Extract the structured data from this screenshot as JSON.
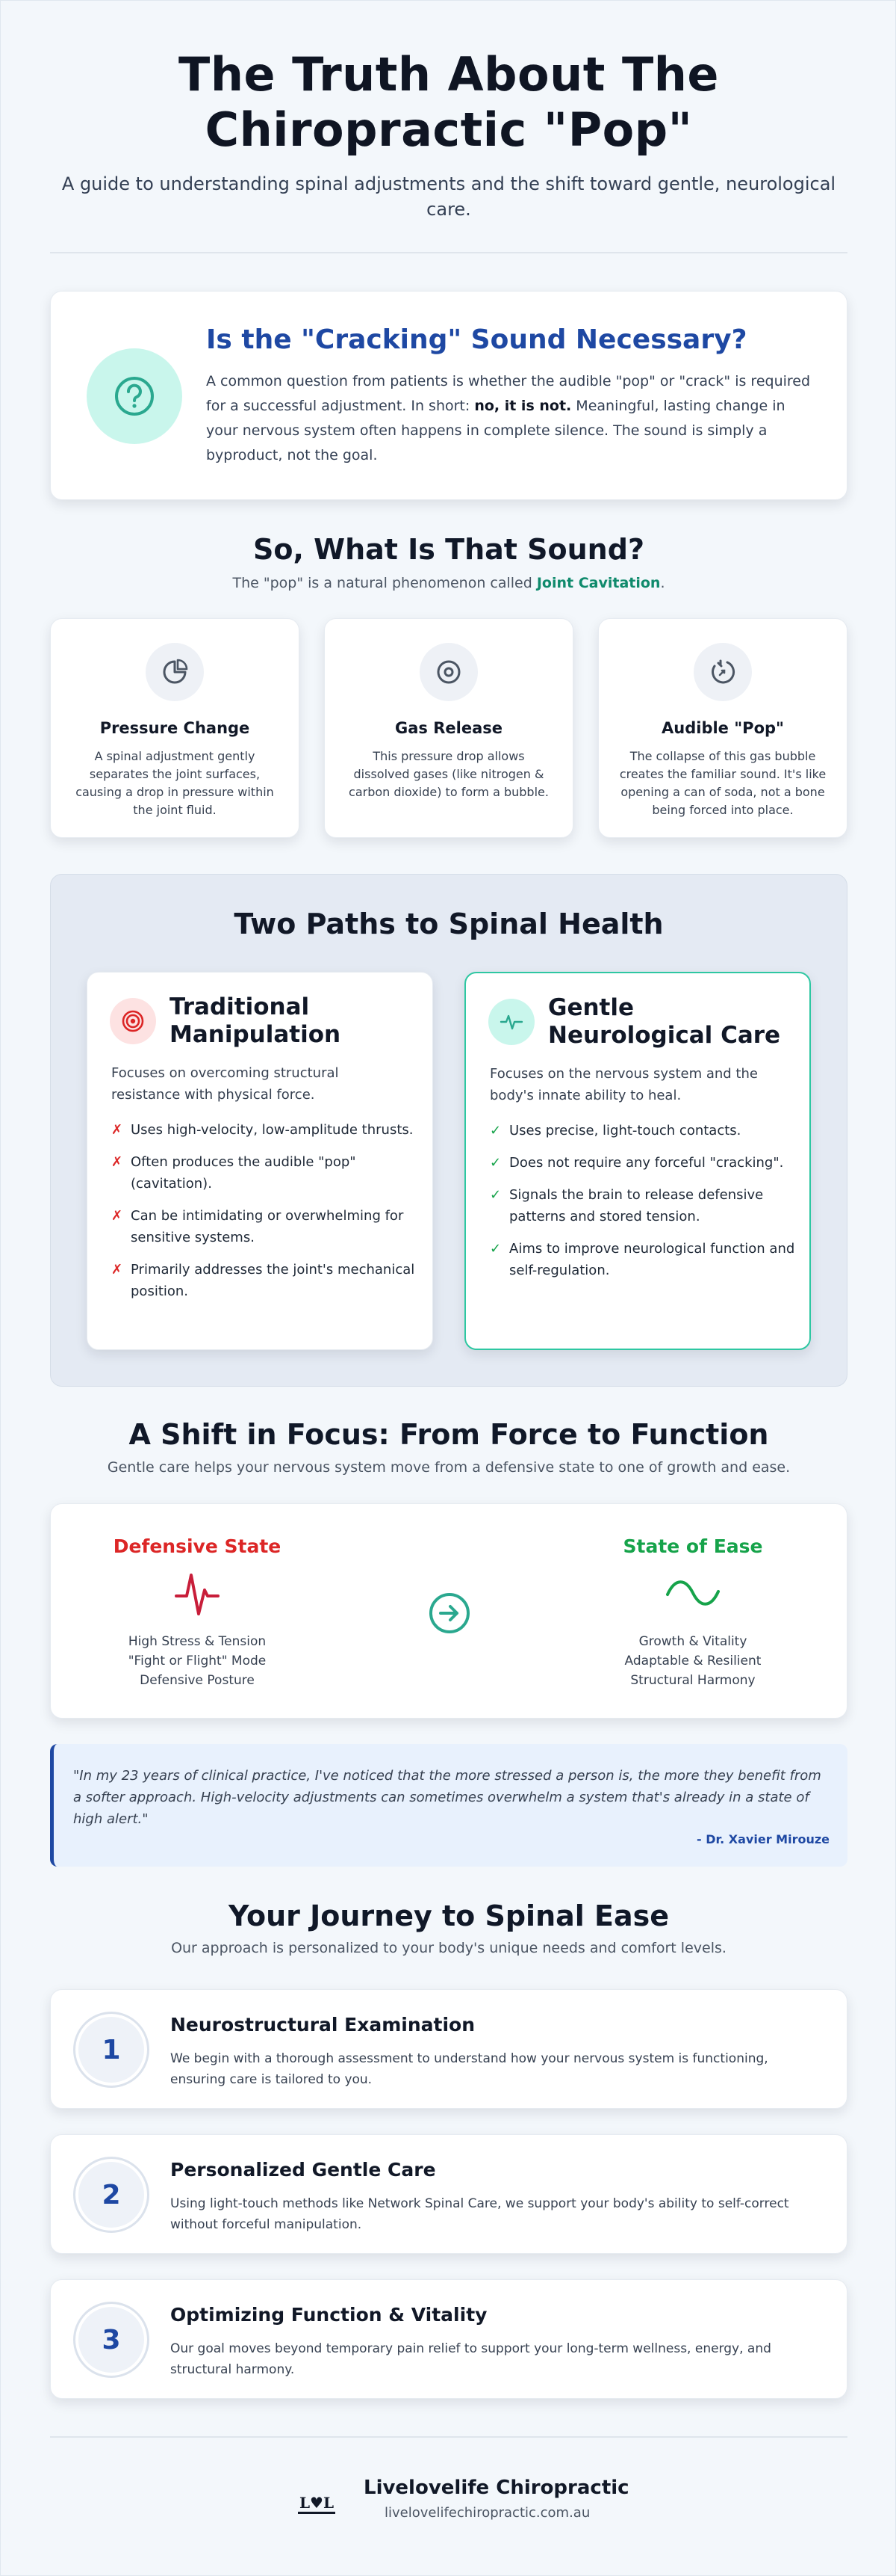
{
  "header": {
    "title_line1": "The Truth About The",
    "title_line2": "Chiropractic \"Pop\"",
    "subtitle": "A guide to understanding spinal adjustments and the shift toward gentle, neurological care."
  },
  "intro": {
    "icon": "question-icon",
    "title": "Is the \"Cracking\" Sound Necessary?",
    "text_before": "A common question from patients is whether the audible \"pop\" or \"crack\" is required for a successful adjustment. In short: ",
    "text_bold": "no, it is not.",
    "text_after": " Meaningful, lasting change in your nervous system often happens in complete silence. The sound is simply a byproduct, not the goal."
  },
  "sound": {
    "title": "So, What Is That Sound?",
    "subtitle_before": "The \"pop\" is a natural phenomenon called ",
    "subtitle_term": "Joint Cavitation",
    "subtitle_after": ".",
    "cards": [
      {
        "icon": "pie-chart-icon",
        "title": "Pressure Change",
        "text": "A spinal adjustment gently separates the joint surfaces, causing a drop in pressure within the joint fluid."
      },
      {
        "icon": "disc-icon",
        "title": "Gas Release",
        "text": "This pressure drop allows dissolved gases (like nitrogen & carbon dioxide) to form a bubble."
      },
      {
        "icon": "burst-icon",
        "title": "Audible \"Pop\"",
        "text": "The collapse of this gas bubble creates the familiar sound. It's like opening a can of soda, not a bone being forced into place."
      }
    ]
  },
  "paths": {
    "title": "Two Paths to Spinal Health",
    "traditional": {
      "icon": "target-icon",
      "title": "Traditional Manipulation",
      "desc": "Focuses on overcoming structural resistance with physical force.",
      "items": [
        "Uses high-velocity, low-amplitude thrusts.",
        "Often produces the audible \"pop\" (cavitation).",
        "Can be intimidating or overwhelming for sensitive systems.",
        "Primarily addresses the joint's mechanical position."
      ]
    },
    "gentle": {
      "icon": "pulse-icon",
      "title": "Gentle Neurological Care",
      "desc": "Focuses on the nervous system and the body's innate ability to heal.",
      "items": [
        "Uses precise, light-touch contacts.",
        "Does not require any forceful \"cracking\".",
        "Signals the brain to release defensive patterns and stored tension.",
        "Aims to improve neurological function and self-regulation."
      ]
    },
    "x_mark": "✗",
    "check_mark": "✓"
  },
  "shift": {
    "title": "A Shift in Focus: From Force to Function",
    "subtitle": "Gentle care helps your nervous system move from a defensive state to one of growth and ease.",
    "defensive": {
      "title": "Defensive State",
      "icon": "heartbeat-spike-icon",
      "lines": [
        "High Stress & Tension",
        "\"Fight or Flight\" Mode",
        "Defensive Posture"
      ]
    },
    "ease": {
      "title": "State of Ease",
      "icon": "wave-icon",
      "lines": [
        "Growth & Vitality",
        "Adaptable & Resilient",
        "Structural Harmony"
      ]
    }
  },
  "quote": {
    "text": "\"In my 23 years of clinical practice, I've noticed that the more stressed a person is, the more they benefit from a softer approach. High-velocity adjustments can sometimes overwhelm a system that's already in a state of high alert.\"",
    "author": "- Dr. Xavier Mirouze"
  },
  "journey": {
    "title": "Your Journey to Spinal Ease",
    "subtitle": "Our approach is personalized to your body's unique needs and comfort levels.",
    "steps": [
      {
        "num": "1",
        "title": "Neurostructural Examination",
        "text": "We begin with a thorough assessment to understand how your nervous system is functioning, ensuring care is tailored to you."
      },
      {
        "num": "2",
        "title": "Personalized Gentle Care",
        "text": "Using light-touch methods like Network Spinal Care, we support your body's ability to self-correct without forceful manipulation."
      },
      {
        "num": "3",
        "title": "Optimizing Function & Vitality",
        "text": "Our goal moves beyond temporary pain relief to support your long-term wellness, energy, and structural harmony."
      }
    ]
  },
  "footer": {
    "logo": "L♥L",
    "name": "Livelovelife Chiropractic",
    "url": "livelovelifechiropractic.com.au"
  },
  "colors": {
    "brand_blue": "#1e48a3",
    "teal": "#2ec7a2",
    "red": "#dc2626",
    "green": "#16a34a"
  }
}
